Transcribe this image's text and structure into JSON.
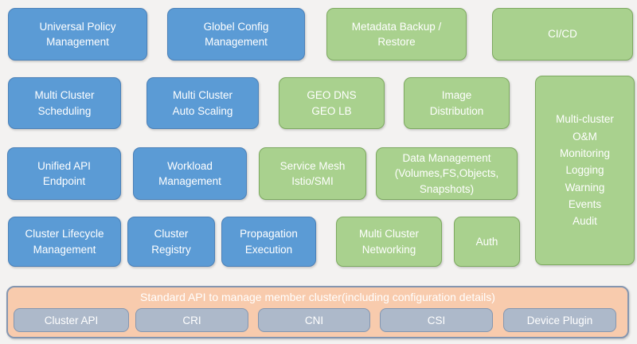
{
  "colors": {
    "background": "#F3F2F1",
    "blue_fill": "#5B9BD5",
    "blue_border": "#4A80B8",
    "green_fill": "#A9D18E",
    "green_border": "#7CA95F",
    "band_fill": "#F8CBAD",
    "band_border": "#8496B0",
    "chip_fill": "#ADB9CA",
    "chip_border": "#8496B0",
    "text": "#FFFFFF"
  },
  "boxes": {
    "universal_policy_management": {
      "label": "Universal Policy\nManagement",
      "type": "blue"
    },
    "global_config_management": {
      "label": "Globel Config\nManagement",
      "type": "blue"
    },
    "metadata_backup_restore": {
      "label": "Metadata Backup /\nRestore",
      "type": "green"
    },
    "ci_cd": {
      "label": "CI/CD",
      "type": "green"
    },
    "multi_cluster_scheduling": {
      "label": "Multi Cluster\nScheduling",
      "type": "blue"
    },
    "multi_cluster_auto_scaling": {
      "label": "Multi Cluster\nAuto Scaling",
      "type": "blue"
    },
    "geo_dns_geo_lb": {
      "label": "GEO DNS\nGEO LB",
      "type": "green"
    },
    "image_distribution": {
      "label": "Image\nDistribution",
      "type": "green"
    },
    "multi_cluster_om": {
      "label": "Multi-cluster\nO&M\nMonitoring\nLogging\nWarning\nEvents\nAudit",
      "type": "green"
    },
    "unified_api_endpoint": {
      "label": "Unified API\nEndpoint",
      "type": "blue"
    },
    "workload_management": {
      "label": "Workload\nManagement",
      "type": "blue"
    },
    "service_mesh": {
      "label": "Service Mesh\nIstio/SMI",
      "type": "green"
    },
    "data_management": {
      "label": "Data Management\n(Volumes,FS,Objects,\nSnapshots)",
      "type": "green"
    },
    "cluster_lifecycle_management": {
      "label": "Cluster Lifecycle\nManagement",
      "type": "blue"
    },
    "cluster_registry": {
      "label": "Cluster\nRegistry",
      "type": "blue"
    },
    "propagation_execution": {
      "label": "Propagation\nExecution",
      "type": "blue"
    },
    "multi_cluster_networking": {
      "label": "Multi Cluster\nNetworking",
      "type": "green"
    },
    "auth": {
      "label": "Auth",
      "type": "green"
    }
  },
  "api_band": {
    "title": "Standard API to manage member cluster(including configuration details)",
    "chips": [
      "Cluster API",
      "CRI",
      "CNI",
      "CSI",
      "Device Plugin"
    ]
  }
}
